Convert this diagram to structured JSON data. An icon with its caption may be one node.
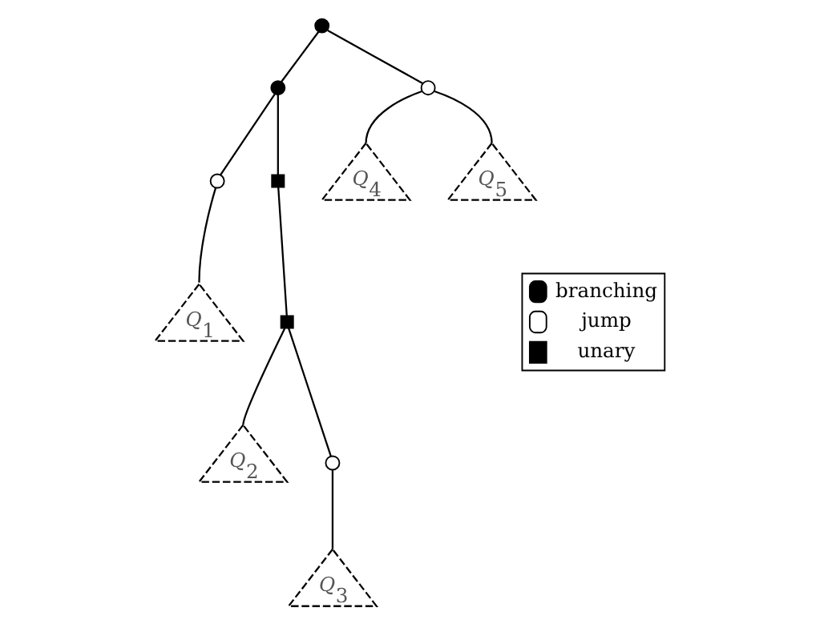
{
  "diagram": {
    "nodes": [
      {
        "text": [],
        "shape": "dot"
      },
      {
        "text": [],
        "shape": "dot"
      },
      {
        "text": [],
        "shape": "circle"
      },
      {
        "text": [],
        "shape": "circle"
      },
      {
        "text": [],
        "shape": "square"
      },
      {
        "text": [
          "Q$_{4}$"
        ]
      },
      {
        "text": [
          "Q$_{5}$"
        ]
      },
      {
        "text": [
          "Q$_{1}$"
        ]
      },
      {
        "text": [],
        "shape": "square"
      },
      {
        "text": [
          "Q$_{2}$"
        ]
      },
      {
        "text": [],
        "shape": "circle"
      },
      {
        "text": [
          "Q$_{3}$"
        ]
      }
    ],
    "edges": [
      {
        "from": 0,
        "to": 1,
        "arrow": "none"
      },
      {
        "from": 0,
        "to": 2,
        "arrow": "none"
      },
      {
        "from": 1,
        "to": 3,
        "arrow": "none"
      },
      {
        "from": 1,
        "to": 4,
        "arrow": "none"
      },
      {
        "from": 2,
        "to": 5,
        "arrow": "none"
      },
      {
        "from": 2,
        "to": 6,
        "arrow": "none"
      },
      {
        "from": 3,
        "to": 7,
        "arrow": "none"
      },
      {
        "from": 4,
        "to": 8,
        "arrow": "none"
      },
      {
        "from": 8,
        "to": 9,
        "arrow": "none"
      },
      {
        "from": 8,
        "to": 10,
        "arrow": "none"
      },
      {
        "from": 10,
        "to": 11,
        "arrow": "none"
      }
    ],
    "legend": [
      {
        "text": "branching"
      },
      {
        "text": "jump"
      },
      {
        "text": "unary"
      }
    ]
  }
}
